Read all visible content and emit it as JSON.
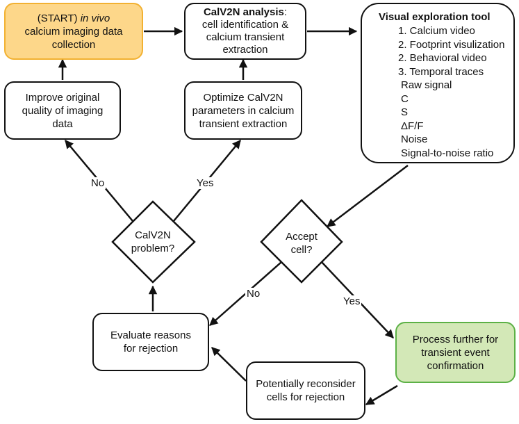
{
  "nodes": {
    "start": {
      "lines": [
        {
          "parts": [
            {
              "text": "(START) ",
              "style": "normal"
            },
            {
              "text": "in vivo",
              "style": "italic"
            }
          ]
        },
        {
          "parts": [
            {
              "text": "calcium imaging data",
              "style": "normal"
            }
          ]
        },
        {
          "parts": [
            {
              "text": "collection",
              "style": "normal"
            }
          ]
        }
      ]
    },
    "analysis": {
      "lines": [
        {
          "parts": [
            {
              "text": "CalV2N analysis",
              "style": "bold"
            },
            {
              "text": ":",
              "style": "normal"
            }
          ]
        },
        {
          "parts": [
            {
              "text": "cell identification &",
              "style": "normal"
            }
          ]
        },
        {
          "parts": [
            {
              "text": "calcium transient",
              "style": "normal"
            }
          ]
        },
        {
          "parts": [
            {
              "text": "extraction",
              "style": "normal"
            }
          ]
        }
      ]
    },
    "improve": {
      "lines": [
        "Improve original",
        "quality of imaging",
        "data"
      ]
    },
    "optimize": {
      "lines": [
        "Optimize CalV2N",
        "parameters in calcium",
        "transient extraction"
      ]
    },
    "evaluate": {
      "lines": [
        "Evaluate reasons",
        "for rejection"
      ]
    },
    "reconsider": {
      "lines": [
        "Potentially reconsider",
        "cells for rejection"
      ]
    },
    "process": {
      "lines": [
        "Process further for",
        "transient event",
        "confirmation"
      ]
    },
    "tool": {
      "title": "Visual exploration tool",
      "items": [
        "1. Calcium video",
        "2. Footprint visulization",
        "2. Behavioral video",
        "3. Temporal traces"
      ],
      "subitems": [
        "Raw signal",
        "C",
        "S",
        "ΔF/F",
        "Noise",
        "Signal-to-noise ratio"
      ]
    },
    "problem": {
      "lines": [
        "CalV2N",
        "problem?"
      ]
    },
    "accept": {
      "lines": [
        "Accept",
        "cell?"
      ]
    }
  },
  "edges": {
    "problem_no": "No",
    "problem_yes": "Yes",
    "accept_no": "No",
    "accept_yes": "Yes"
  },
  "colors": {
    "start_fill": "#fdd78a",
    "start_border": "#f2b131",
    "final_fill": "#d3e8b7",
    "final_border": "#5cb146",
    "stroke": "#111111"
  }
}
